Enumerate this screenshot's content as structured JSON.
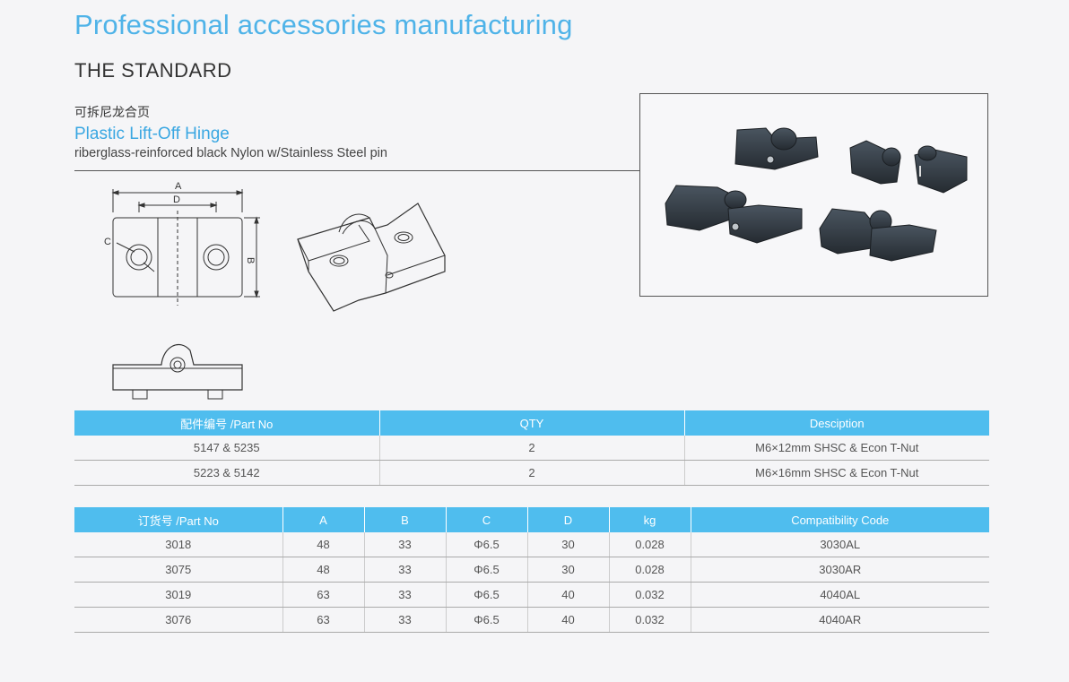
{
  "page": {
    "heading": "Professional accessories manufacturing",
    "subheading": "THE STANDARD"
  },
  "product": {
    "name_cn": "可拆尼龙合页",
    "name_en": "Plastic Lift-Off Hinge",
    "description": "riberglass-reinforced black Nylon w/Stainless Steel pin"
  },
  "drawing_labels": {
    "a": "A",
    "b": "B",
    "c": "C",
    "d": "D"
  },
  "accessories_table": {
    "headers": [
      "配件编号 /Part No",
      "QTY",
      "Desciption"
    ],
    "rows": [
      [
        "5147 & 5235",
        "2",
        "M6×12mm SHSC & Econ T-Nut"
      ],
      [
        "5223 & 5142",
        "2",
        "M6×16mm SHSC & Econ T-Nut"
      ]
    ]
  },
  "order_table": {
    "headers": [
      "订货号 /Part No",
      "A",
      "B",
      "C",
      "D",
      "kg",
      "Compatibility Code"
    ],
    "rows": [
      [
        "3018",
        "48",
        "33",
        "Φ6.5",
        "30",
        "0.028",
        "3030AL"
      ],
      [
        "3075",
        "48",
        "33",
        "Φ6.5",
        "30",
        "0.028",
        "3030AR"
      ],
      [
        "3019",
        "63",
        "33",
        "Φ6.5",
        "40",
        "0.032",
        "4040AL"
      ],
      [
        "3076",
        "63",
        "33",
        "Φ6.5",
        "40",
        "0.032",
        "4040AR"
      ]
    ]
  },
  "colors": {
    "accent": "#4fb3e8",
    "table_header": "#4fbdee"
  }
}
